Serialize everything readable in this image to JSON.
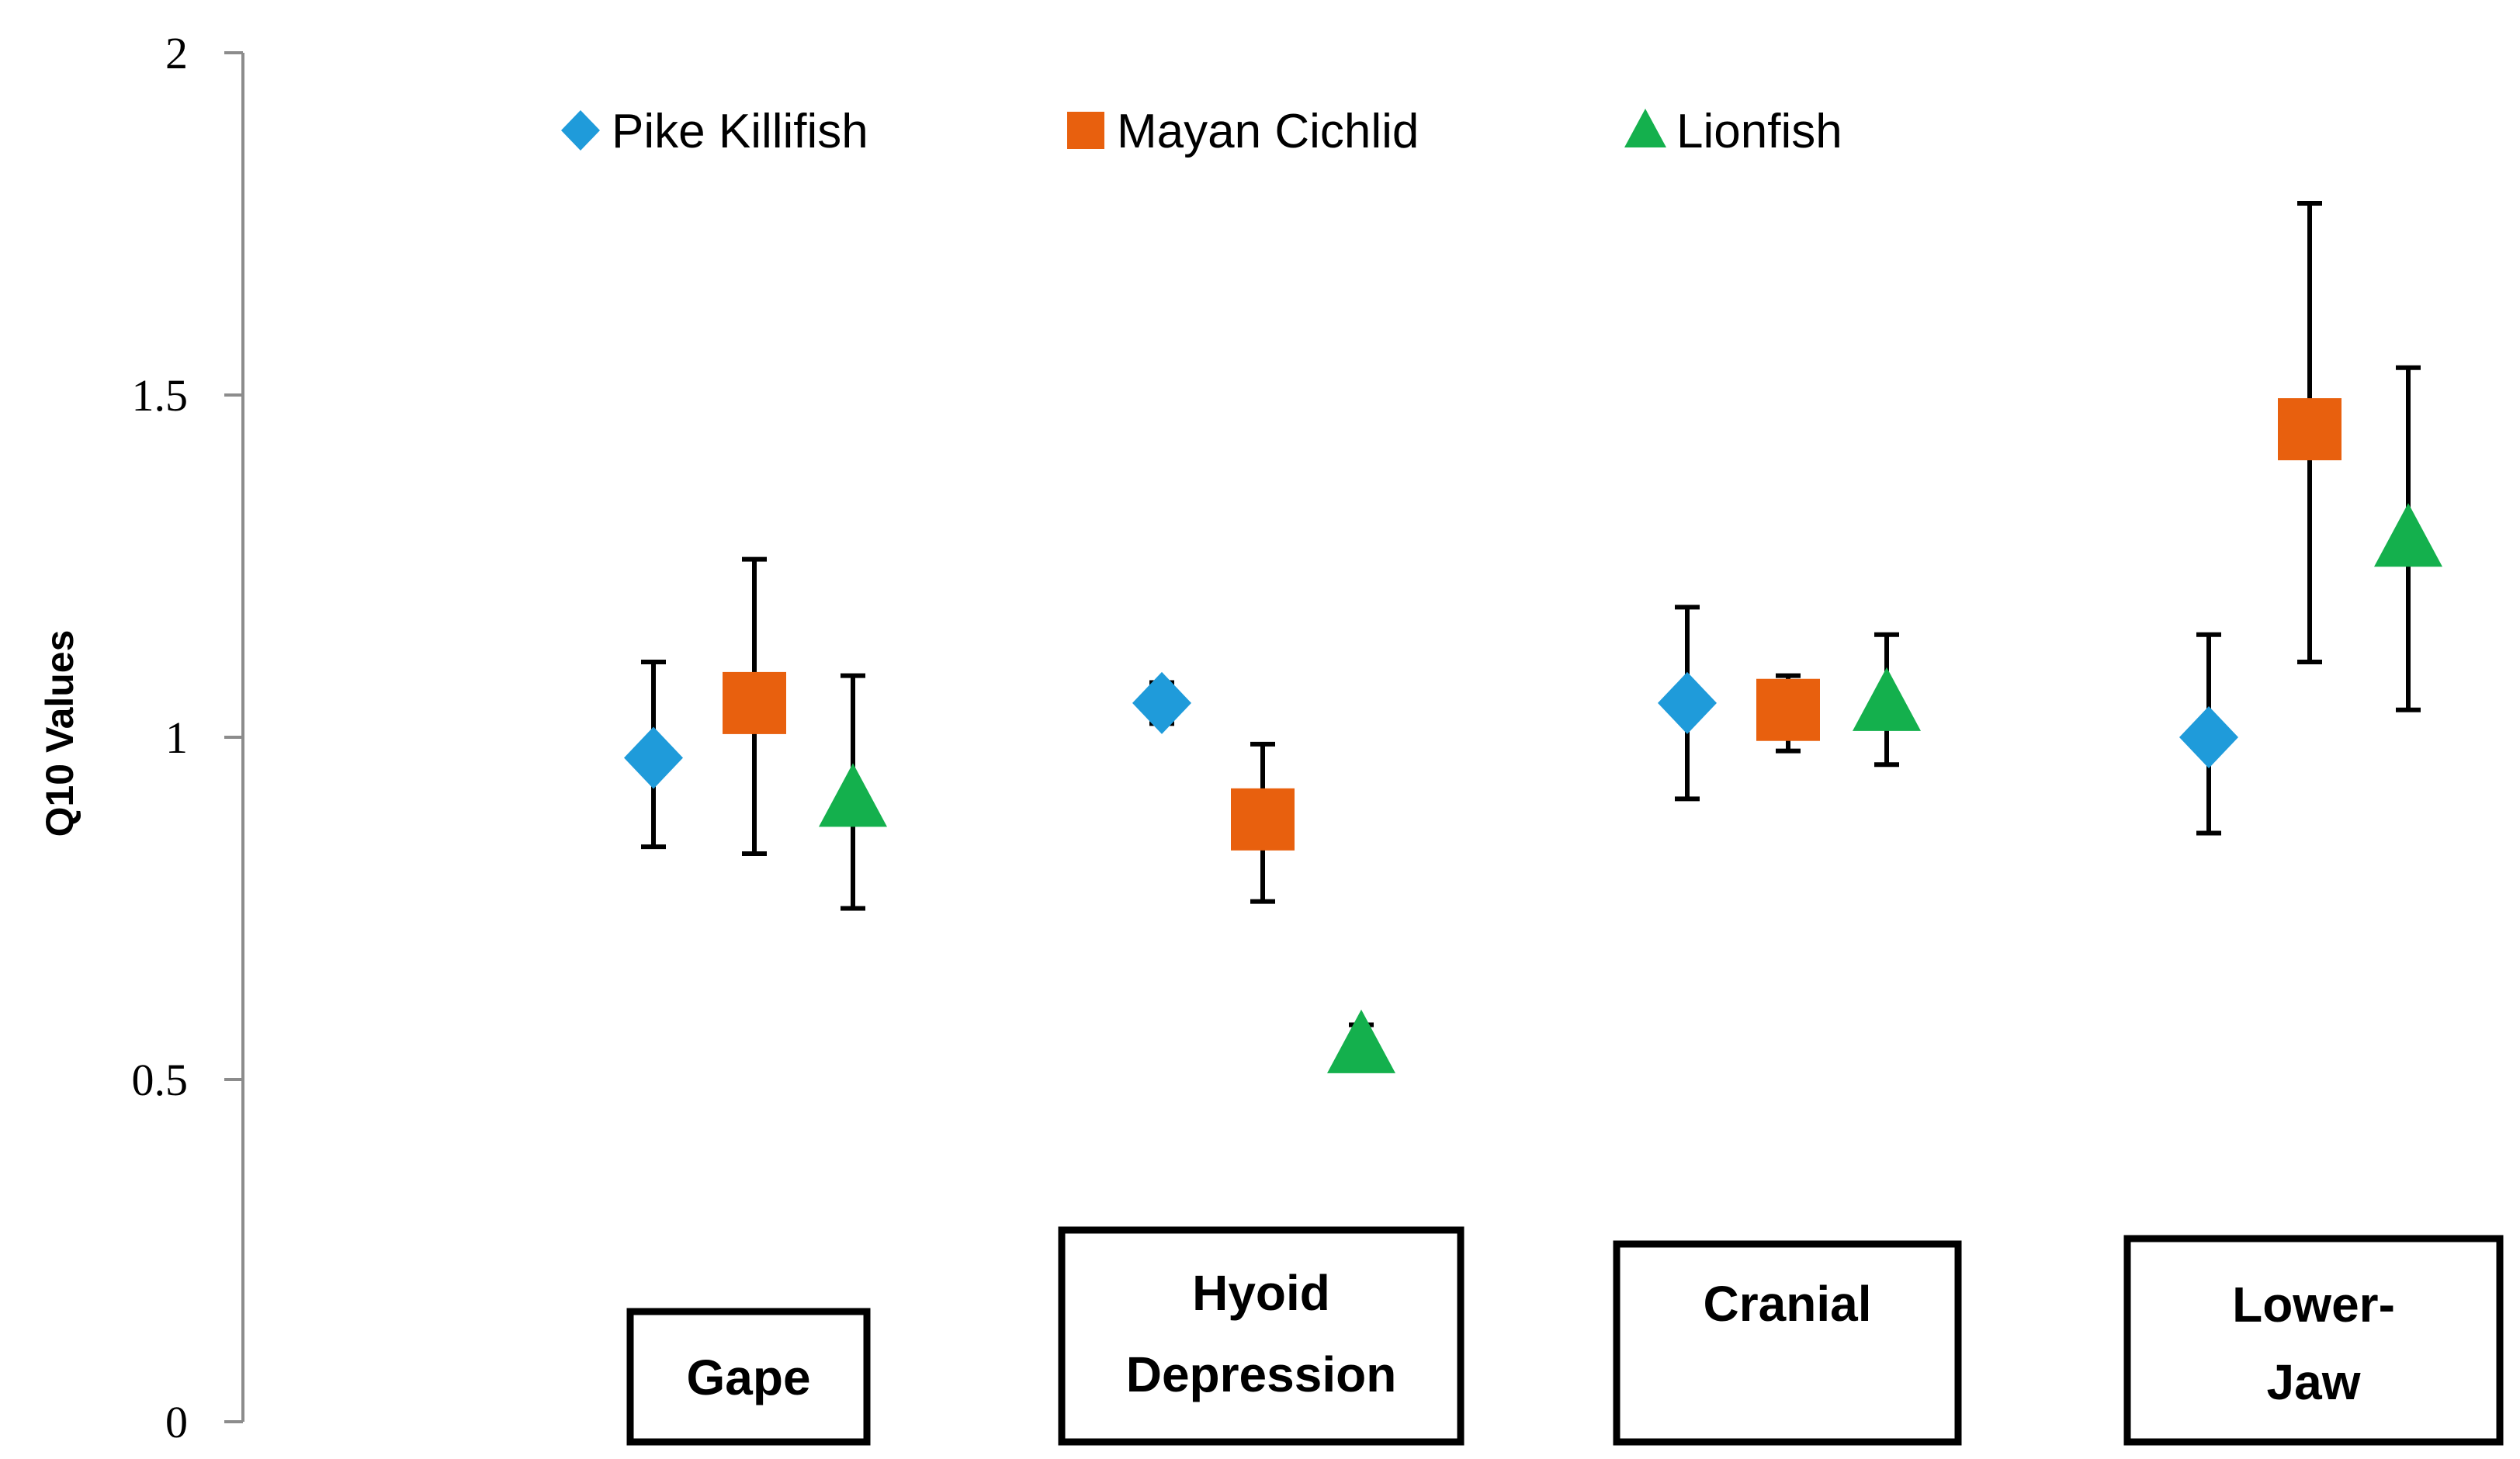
{
  "chart_data": {
    "type": "scatter",
    "title": "",
    "xlabel": "",
    "ylabel": "Q10 Values",
    "ylim": [
      0,
      2
    ],
    "yticks": [
      "0",
      "0.5",
      "1",
      "1.5",
      "2"
    ],
    "grid": false,
    "legend_position": "top",
    "categories": [
      "Gape",
      "Hyoid Depression",
      "Cranial",
      "Lower-Jaw"
    ],
    "category_lines": [
      [
        "Gape"
      ],
      [
        "Hyoid",
        "Depression"
      ],
      [
        "Cranial"
      ],
      [
        "Lower-",
        "Jaw"
      ]
    ],
    "series": [
      {
        "name": "Pike Killifish",
        "marker": "diamond",
        "color": "#1F9BDA",
        "values": [
          0.97,
          1.05,
          1.05,
          1.0
        ],
        "err_low": [
          0.84,
          1.02,
          0.91,
          0.86
        ],
        "err_high": [
          1.11,
          1.08,
          1.19,
          1.15
        ]
      },
      {
        "name": "Mayan Cichlid",
        "marker": "square",
        "color": "#E8600E",
        "values": [
          1.05,
          0.88,
          1.04,
          1.45
        ],
        "err_low": [
          0.83,
          0.76,
          0.98,
          1.11
        ],
        "err_high": [
          1.26,
          0.99,
          1.09,
          1.78
        ]
      },
      {
        "name": "Lionfish",
        "marker": "triangle",
        "color": "#14B04D",
        "values": [
          0.91,
          0.55,
          1.05,
          1.29
        ],
        "err_low": [
          0.75,
          0.53,
          0.96,
          1.04
        ],
        "err_high": [
          1.09,
          0.58,
          1.15,
          1.54
        ]
      }
    ]
  }
}
